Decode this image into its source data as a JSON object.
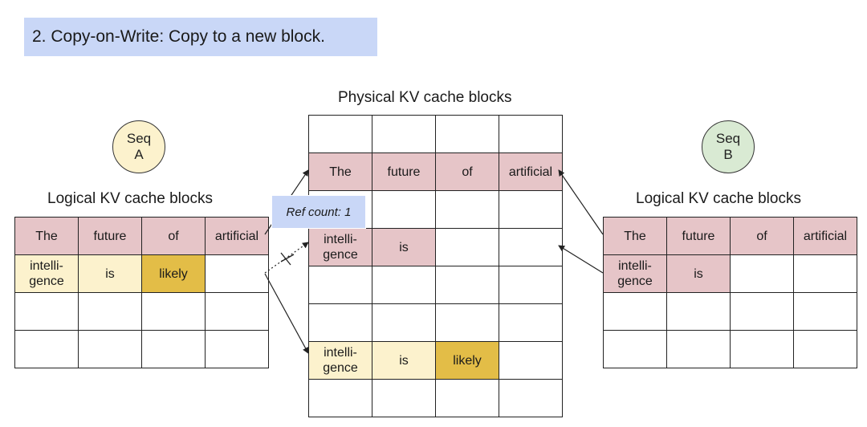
{
  "title": "2. Copy-on-Write: Copy to a new block.",
  "physical": {
    "label": "Physical KV cache blocks",
    "rows": [
      [
        {
          "t": ""
        },
        {
          "t": ""
        },
        {
          "t": ""
        },
        {
          "t": ""
        }
      ],
      [
        {
          "t": "The",
          "c": "pink"
        },
        {
          "t": "future",
          "c": "pink"
        },
        {
          "t": "of",
          "c": "pink"
        },
        {
          "t": "artificial",
          "c": "pink"
        }
      ],
      [
        {
          "t": ""
        },
        {
          "t": ""
        },
        {
          "t": ""
        },
        {
          "t": ""
        }
      ],
      [
        {
          "t": "intelli-\ngence",
          "c": "pink"
        },
        {
          "t": "is",
          "c": "pink"
        },
        {
          "t": ""
        },
        {
          "t": ""
        }
      ],
      [
        {
          "t": ""
        },
        {
          "t": ""
        },
        {
          "t": ""
        },
        {
          "t": ""
        }
      ],
      [
        {
          "t": ""
        },
        {
          "t": ""
        },
        {
          "t": ""
        },
        {
          "t": ""
        }
      ],
      [
        {
          "t": "intelli-\ngence",
          "c": "cream"
        },
        {
          "t": "is",
          "c": "cream"
        },
        {
          "t": "likely",
          "c": "gold"
        },
        {
          "t": ""
        }
      ],
      [
        {
          "t": ""
        },
        {
          "t": ""
        },
        {
          "t": ""
        },
        {
          "t": ""
        }
      ]
    ]
  },
  "seq_a": {
    "line1": "Seq",
    "line2": "A",
    "color": "#fcf2cd",
    "label": "Logical KV cache blocks",
    "rows": [
      [
        {
          "t": "The",
          "c": "pink"
        },
        {
          "t": "future",
          "c": "pink"
        },
        {
          "t": "of",
          "c": "pink"
        },
        {
          "t": "artificial",
          "c": "pink"
        }
      ],
      [
        {
          "t": "intelli-\ngence",
          "c": "cream"
        },
        {
          "t": "is",
          "c": "cream"
        },
        {
          "t": "likely",
          "c": "gold"
        },
        {
          "t": ""
        }
      ],
      [
        {
          "t": ""
        },
        {
          "t": ""
        },
        {
          "t": ""
        },
        {
          "t": ""
        }
      ],
      [
        {
          "t": ""
        },
        {
          "t": ""
        },
        {
          "t": ""
        },
        {
          "t": ""
        }
      ]
    ]
  },
  "seq_b": {
    "line1": "Seq",
    "line2": "B",
    "color": "#d9ead3",
    "label": "Logical KV cache blocks",
    "rows": [
      [
        {
          "t": "The",
          "c": "pink"
        },
        {
          "t": "future",
          "c": "pink"
        },
        {
          "t": "of",
          "c": "pink"
        },
        {
          "t": "artificial",
          "c": "pink"
        }
      ],
      [
        {
          "t": "intelli-\ngence",
          "c": "pink"
        },
        {
          "t": "is",
          "c": "pink"
        },
        {
          "t": ""
        },
        {
          "t": ""
        }
      ],
      [
        {
          "t": ""
        },
        {
          "t": ""
        },
        {
          "t": ""
        },
        {
          "t": ""
        }
      ],
      [
        {
          "t": ""
        },
        {
          "t": ""
        },
        {
          "t": ""
        },
        {
          "t": ""
        }
      ]
    ]
  },
  "ref_count": "Ref count: 1",
  "colors": {
    "pink": "#e6c5c8",
    "cream": "#fcf2cd",
    "gold": "#e3bd47",
    "highlight": "#c9d7f7"
  }
}
